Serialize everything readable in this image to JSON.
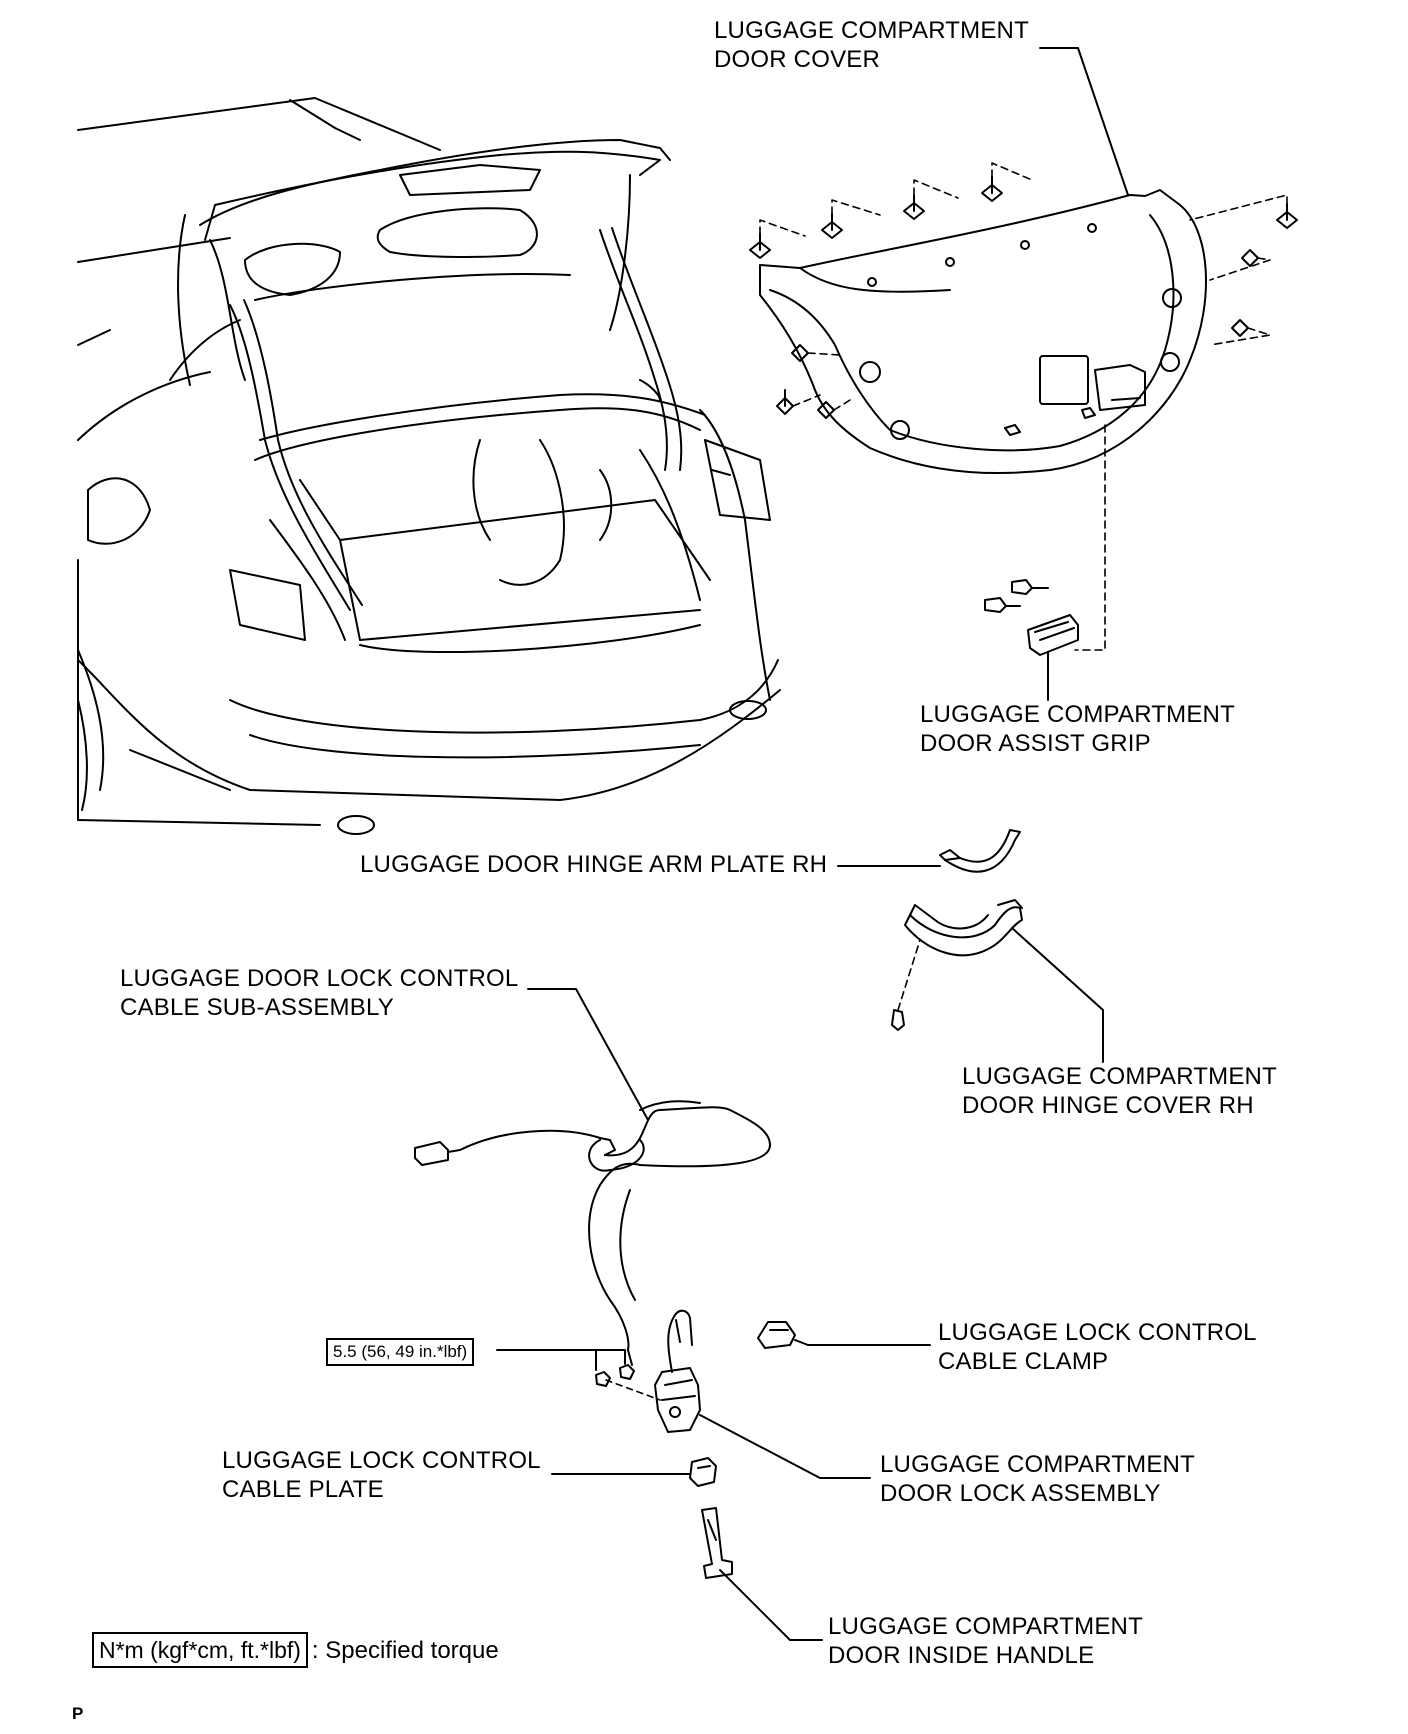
{
  "labels": {
    "door_cover": [
      "LUGGAGE COMPARTMENT",
      "DOOR COVER"
    ],
    "assist_grip": [
      "LUGGAGE COMPARTMENT",
      "DOOR ASSIST GRIP"
    ],
    "hinge_arm_plate": [
      "LUGGAGE DOOR HINGE ARM PLATE RH"
    ],
    "lock_control_cable": [
      "LUGGAGE DOOR LOCK CONTROL",
      "CABLE SUB-ASSEMBLY"
    ],
    "hinge_cover": [
      "LUGGAGE COMPARTMENT",
      "DOOR HINGE COVER RH"
    ],
    "cable_clamp": [
      "LUGGAGE LOCK CONTROL",
      "CABLE CLAMP"
    ],
    "cable_plate": [
      "LUGGAGE LOCK CONTROL",
      "CABLE PLATE"
    ],
    "lock_assembly": [
      "LUGGAGE COMPARTMENT",
      "DOOR LOCK ASSEMBLY"
    ],
    "inside_handle": [
      "LUGGAGE COMPARTMENT",
      "DOOR INSIDE HANDLE"
    ]
  },
  "torque": "5.5 (56, 49 in.*lbf)",
  "legend": {
    "unit_box": "N*m (kgf*cm, ft.*lbf)",
    "separator": ":",
    "text": "Specified torque"
  },
  "corner_mark": "P"
}
